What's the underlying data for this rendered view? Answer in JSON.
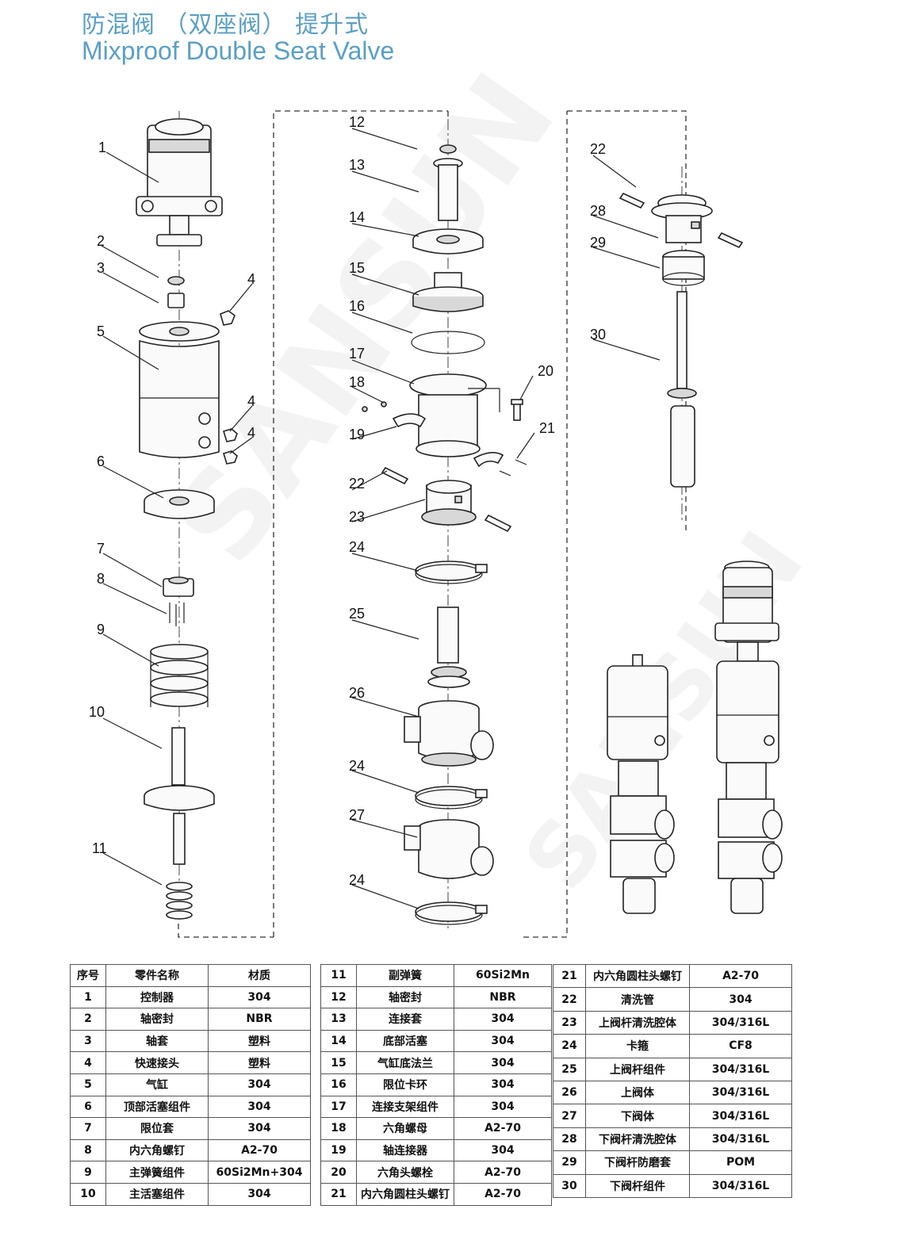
{
  "header": {
    "title_zh": "防混阀 （双座阀） 提升式",
    "title_en": "Mixproof Double Seat Valve"
  },
  "watermark": {
    "text": "SANSUN"
  },
  "callouts": [
    "1",
    "2",
    "3",
    "4",
    "5",
    "4",
    "4",
    "6",
    "7",
    "8",
    "9",
    "10",
    "11",
    "12",
    "13",
    "14",
    "15",
    "16",
    "17",
    "18",
    "19",
    "20",
    "21",
    "22",
    "23",
    "24",
    "25",
    "26",
    "24",
    "27",
    "24",
    "22",
    "28",
    "29",
    "30"
  ],
  "table": {
    "headers": [
      "序号",
      "零件名称",
      "材质"
    ],
    "rows": [
      [
        "1",
        "控制器",
        "304"
      ],
      [
        "2",
        "轴密封",
        "NBR"
      ],
      [
        "3",
        "轴套",
        "塑料"
      ],
      [
        "4",
        "快速接头",
        "塑料"
      ],
      [
        "5",
        "气缸",
        "304"
      ],
      [
        "6",
        "顶部活塞组件",
        "304"
      ],
      [
        "7",
        "限位套",
        "304"
      ],
      [
        "8",
        "内六角螺钉",
        "A2-70"
      ],
      [
        "9",
        "主弹簧组件",
        "60Si2Mn+304"
      ],
      [
        "10",
        "主活塞组件",
        "304"
      ],
      [
        "11",
        "副弹簧",
        "60Si2Mn"
      ],
      [
        "12",
        "轴密封",
        "NBR"
      ],
      [
        "13",
        "连接套",
        "304"
      ],
      [
        "14",
        "底部活塞",
        "304"
      ],
      [
        "15",
        "气缸底法兰",
        "304"
      ],
      [
        "16",
        "限位卡环",
        "304"
      ],
      [
        "17",
        "连接支架组件",
        "304"
      ],
      [
        "18",
        "六角螺母",
        "A2-70"
      ],
      [
        "19",
        "轴连接器",
        "304"
      ],
      [
        "20",
        "六角头螺栓",
        "A2-70"
      ],
      [
        "21",
        "内六角圆柱头螺钉",
        "A2-70"
      ],
      [
        "21",
        "内六角圆柱头螺钉",
        "A2-70"
      ],
      [
        "22",
        "清洗管",
        "304"
      ],
      [
        "23",
        "上阀杆清洗腔体",
        "304/316L"
      ],
      [
        "24",
        "卡箍",
        "CF8"
      ],
      [
        "25",
        "上阀杆组件",
        "304/316L"
      ],
      [
        "26",
        "上阀体",
        "304/316L"
      ],
      [
        "27",
        "下阀体",
        "304/316L"
      ],
      [
        "28",
        "下阀杆清洗腔体",
        "304/316L"
      ],
      [
        "29",
        "下阀杆防磨套",
        "POM"
      ],
      [
        "30",
        "下阀杆组件",
        "304/316L"
      ]
    ]
  }
}
